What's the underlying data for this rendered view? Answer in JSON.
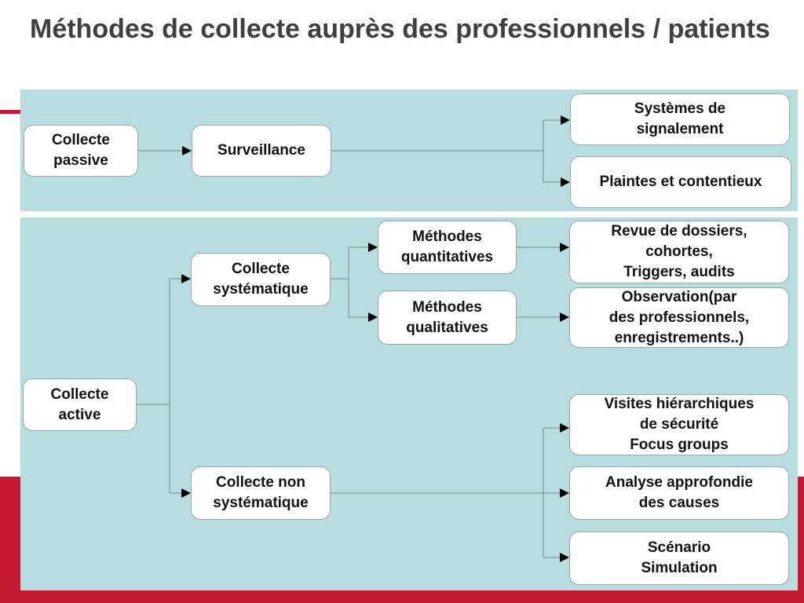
{
  "title": "Méthodes de collecte auprès des professionnels / patients",
  "colors": {
    "accent": "#c41a35",
    "panel": "#b8dde1",
    "box": "#ffffff"
  },
  "nodes": {
    "collecte_passive": "Collecte\npassive",
    "surveillance": "Surveillance",
    "systemes_signalement": "Systèmes de\nsignalement",
    "plaintes": "Plaintes et contentieux",
    "collecte_active": "Collecte\nactive",
    "collecte_systematique": "Collecte\nsystématique",
    "methodes_quantitatives": "Méthodes\nquantitatives",
    "methodes_qualitatives": "Méthodes\nqualitatives",
    "revue_dossiers": "Revue de dossiers,\ncohortes,\nTriggers, audits",
    "observation": "Observation(par\ndes professionnels,\nenregistrements..)",
    "collecte_non_systematique": "Collecte non\nsystématique",
    "visites": "Visites hiérarchiques\nde sécurité\nFocus groups",
    "analyse": "Analyse approfondie\ndes causes",
    "scenario": "Scénario\nSimulation"
  }
}
